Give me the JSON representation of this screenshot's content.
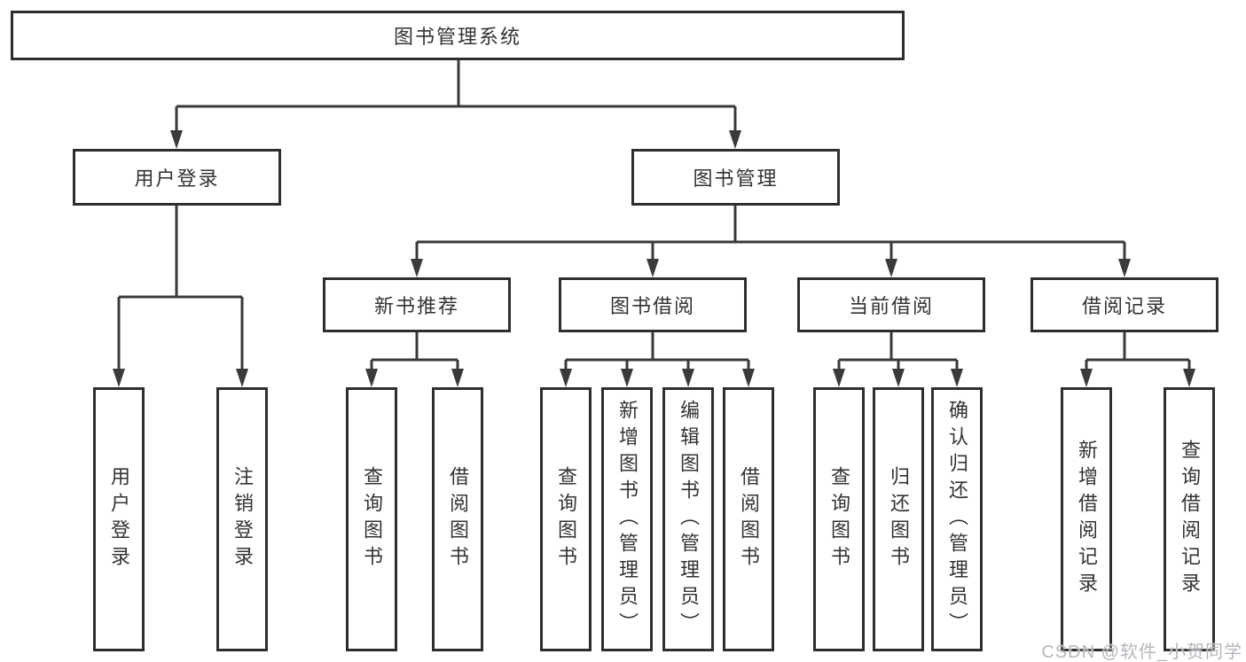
{
  "diagram": {
    "root": {
      "label": "图书管理系统"
    },
    "branches": [
      {
        "label": "用户登录",
        "children": [
          {
            "label": "用户登录"
          },
          {
            "label": "注销登录"
          }
        ]
      },
      {
        "label": "图书管理",
        "groups": [
          {
            "label": "新书推荐",
            "children": [
              {
                "label": "查询图书"
              },
              {
                "label": "借阅图书"
              }
            ]
          },
          {
            "label": "图书借阅",
            "children": [
              {
                "label": "查询图书"
              },
              {
                "label": "新增图书（管理员）"
              },
              {
                "label": "编辑图书（管理员）"
              },
              {
                "label": "借阅图书"
              }
            ]
          },
          {
            "label": "当前借阅",
            "children": [
              {
                "label": "查询图书"
              },
              {
                "label": "归还图书"
              },
              {
                "label": "确认归还（管理员）"
              }
            ]
          },
          {
            "label": "借阅记录",
            "children": [
              {
                "label": "新增借阅记录"
              },
              {
                "label": "查询借阅记录"
              }
            ]
          }
        ]
      }
    ]
  },
  "watermark": {
    "text": "CSDN @软件_小贺同学"
  },
  "colors": {
    "line": "#3a3a3a",
    "border": "#2e2e2e",
    "text": "#333333",
    "muted": "#b4b7bc",
    "background": "#ffffff"
  }
}
